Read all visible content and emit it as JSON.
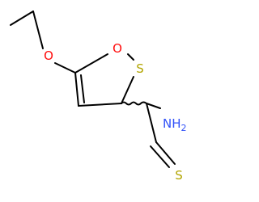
{
  "molecule": {
    "atom_colors": {
      "O": "#ff0d0d",
      "S": "#b2a500",
      "N": "#3050f8"
    },
    "labels": {
      "O": "O",
      "S_ring": "S",
      "N_text": "NH",
      "N_sub": "2",
      "S_thione": "S"
    }
  }
}
